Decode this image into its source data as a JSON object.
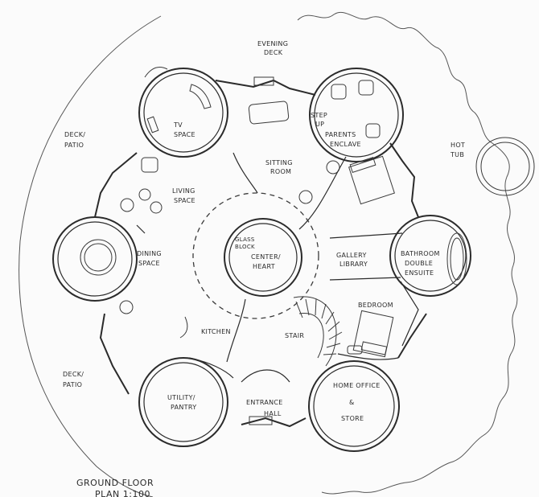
{
  "labels": {
    "evening_deck_1": "EVENING",
    "evening_deck_2": "DECK",
    "deck_patio_top_1": "DECK/",
    "deck_patio_top_2": "PATIO",
    "deck_patio_bottom_1": "DECK/",
    "deck_patio_bottom_2": "PATIO",
    "hot_tub_1": "HOT",
    "hot_tub_2": "TUB",
    "tv_space_1": "TV",
    "tv_space_2": "SPACE",
    "step_up_1": "STEP",
    "step_up_2": "UP",
    "parents_enclave_1": "PARENTS",
    "parents_enclave_2": "ENCLAVE",
    "sitting_room_1": "SITTING",
    "sitting_room_2": "ROOM",
    "living_space_1": "LIVING",
    "living_space_2": "SPACE",
    "glass_block_1": "GLASS",
    "glass_block_2": "BLOCK",
    "center_heart_1": "CENTER/",
    "center_heart_2": "HEART",
    "gallery_library_1": "GALLERY",
    "gallery_library_2": "LIBRARY",
    "bathroom_1": "BATHROOM",
    "bathroom_2": "DOUBLE",
    "bathroom_3": "ENSUITE",
    "dining_space_1": "DINING",
    "dining_space_2": "SPACE",
    "bedroom": "BEDROOM",
    "kitchen": "KITCHEN",
    "stairs": "STAIR",
    "home_office_1": "HOME OFFICE",
    "home_office_2": "&",
    "home_office_3": "STORE",
    "utility_pantry_1": "UTILITY/",
    "utility_pantry_2": "PANTRY",
    "entrance_hall_1": "ENTRANCE",
    "entrance_hall_2": "HALL",
    "plan_title_1": "GROUND FLOOR",
    "plan_title_2": "PLAN 1:100"
  }
}
